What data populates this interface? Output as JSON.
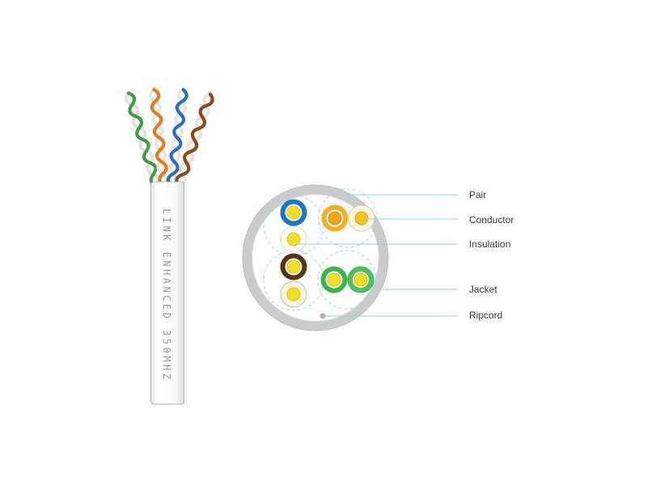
{
  "diagram": {
    "cable_print": "LINK ENHANCED 350MHZ",
    "callouts": {
      "pair": "Pair",
      "conductor": "Conductor",
      "insulation": "Insulation",
      "jacket": "Jacket",
      "ripcord": "Ripcord"
    },
    "colors": {
      "leader_line": "#8ed1e8",
      "pair_dashed_circle": "#a5d8ec",
      "jacket_ring": "#cbcbcb",
      "ripcord": "#b3b3b3",
      "wire_blue": "#1878c8",
      "wire_orange": "#f7af25",
      "wire_brown": "#583411",
      "wire_green": "#3cb44b",
      "conductor_yellow": "#f2df25",
      "cable_print_gray": "#9a9a9a"
    }
  }
}
